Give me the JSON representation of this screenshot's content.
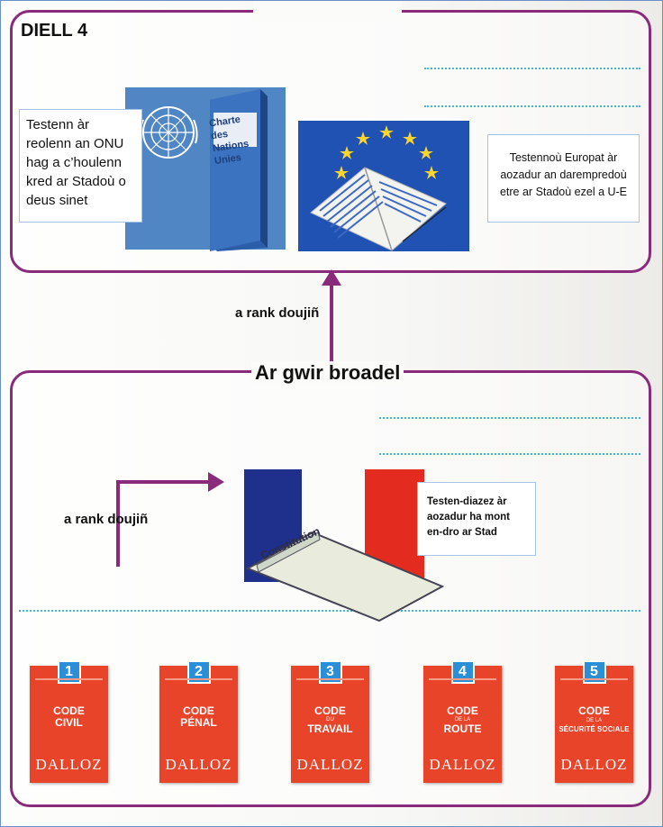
{
  "doc": {
    "title": "DIELL 4"
  },
  "top": {
    "un_note": "Testenn àr reolenn an ONU hag a c’houlenn kred ar Stadoù o deus sinet",
    "un_book_text": "Charte des Nations Unies",
    "eu_note": "Testennoù Europat àr aozadur an darempredoù etre ar Stadoù ezel a U-E"
  },
  "middle": {
    "arrow_label": "a rank doujiñ",
    "section_title": "Ar gwir broadel"
  },
  "bottom": {
    "arrow_label": "a rank doujiñ",
    "constitution_label": "Constitution",
    "state_note": "Testen-diazez àr aozadur ha mont en-dro ar Stad",
    "codes": [
      {
        "num": "1",
        "line1": "CODE",
        "line2": "CIVIL",
        "small": "",
        "publisher": "DALLOZ"
      },
      {
        "num": "2",
        "line1": "CODE",
        "line2": "PÉNAL",
        "small": "",
        "publisher": "DALLOZ"
      },
      {
        "num": "3",
        "line1": "CODE",
        "line2": "TRAVAIL",
        "small": "DU",
        "publisher": "DALLOZ"
      },
      {
        "num": "4",
        "line1": "CODE",
        "line2": "ROUTE",
        "small": "DE LA",
        "publisher": "DALLOZ"
      },
      {
        "num": "5",
        "line1": "CODE",
        "line2": "SÉCURITÉ SOCIALE",
        "small": "DE LA",
        "publisher": "DALLOZ"
      }
    ]
  },
  "colors": {
    "frame": "#8a2a7a",
    "un_blue": "#4f86c3",
    "eu_blue": "#1f52b2",
    "flag_blue": "#1f2f8c",
    "flag_red": "#e32b1f",
    "code_red": "#e7442a",
    "tag_blue": "#2a8fd6"
  }
}
